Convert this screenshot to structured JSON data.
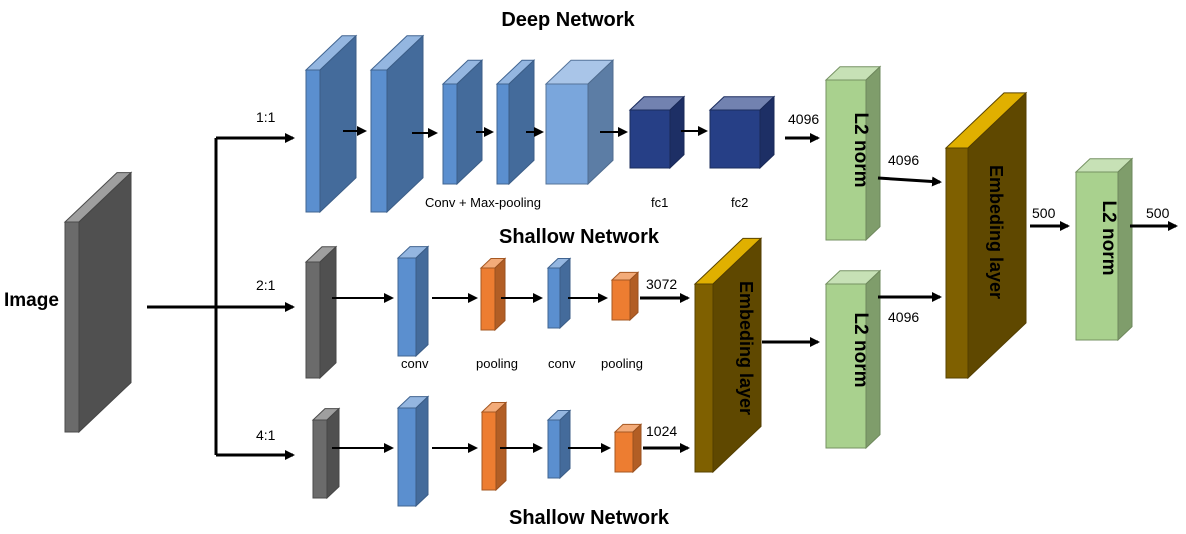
{
  "titles": {
    "deep": "Deep Network",
    "shallow_mid": "Shallow Network",
    "shallow_bottom": "Shallow Network"
  },
  "input_label": "Image",
  "ratios": [
    "1:1",
    "2:1",
    "4:1"
  ],
  "deep_labels": {
    "conv_maxpool": "Conv + Max-pooling",
    "fc1": "fc1",
    "fc2": "fc2",
    "dim": "4096"
  },
  "shallow_labels": {
    "conv1": "conv",
    "pool1": "pooling",
    "conv2": "conv",
    "pool2": "pooling",
    "dim_mid": "3072",
    "dim_bottom": "1024"
  },
  "embedding_label": "Embeding layer",
  "l2_label": "L2 norm",
  "dims": {
    "deep_to_emb": "4096",
    "shallow_to_emb": "4096",
    "emb_out": "500",
    "final_out": "500"
  },
  "colors": {
    "gray": "#6b6b6b",
    "light_blue": "#5b8fcf",
    "pale_blue": "#7aa6dc",
    "dark_blue": "#263f86",
    "orange": "#ed7d31",
    "green": "#a9d18e",
    "brown": "#7f6000",
    "gold": "#e0b000"
  }
}
